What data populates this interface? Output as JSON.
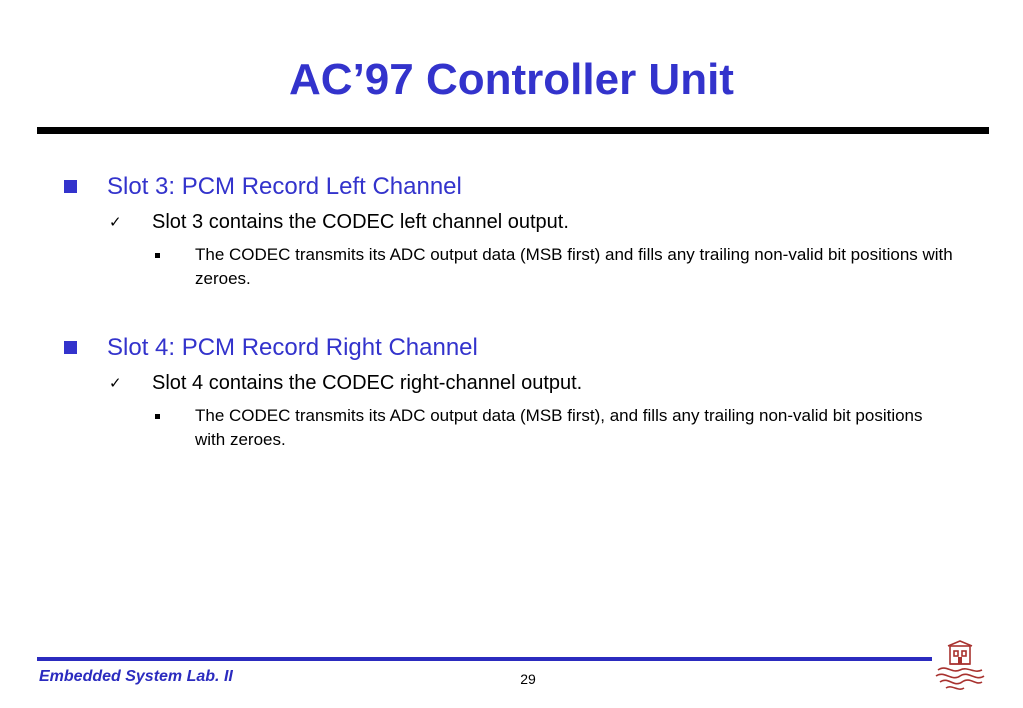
{
  "slide": {
    "title": "AC’97 Controller Unit",
    "sections": [
      {
        "heading": "Slot 3: PCM Record Left Channel",
        "point": "Slot 3 contains the CODEC left channel output.",
        "detail": "The CODEC transmits its ADC output data (MSB first) and fills any trailing non-valid bit positions with zeroes."
      },
      {
        "heading": "Slot 4: PCM Record Right Channel",
        "point": "Slot 4 contains the CODEC right-channel output.",
        "detail": "The CODEC transmits its ADC output data (MSB first), and fills any trailing non-valid bit positions with zeroes."
      }
    ]
  },
  "footer": {
    "left_text": "Embedded System Lab. II",
    "page_number": "29",
    "logo_icon": "university-crest-icon"
  },
  "colors": {
    "accent": "#3333cc",
    "footer": "#2b2bbf",
    "rule": "#000000",
    "logo": "#a8322f"
  },
  "icons": {
    "level1": "square-bullet-icon",
    "level2": "checkmark-icon",
    "level3": "small-square-bullet-icon"
  }
}
